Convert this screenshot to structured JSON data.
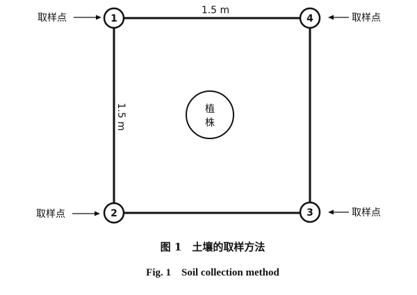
{
  "diagram": {
    "top_dimension": "1.5 m",
    "side_dimension": "1.5 m",
    "center_label_line1": "植",
    "center_label_line2": "株",
    "points": [
      {
        "number": "1",
        "label": "取样点",
        "arrow": "→"
      },
      {
        "number": "2",
        "label": "取样点",
        "arrow": "→"
      },
      {
        "number": "3",
        "label": "取样点",
        "arrow": "←"
      },
      {
        "number": "4",
        "label": "取样点",
        "arrow": "←"
      }
    ]
  },
  "caption": {
    "chinese": "图 1　土壤的取样方法",
    "english": "Fig. 1　Soil collection method"
  }
}
